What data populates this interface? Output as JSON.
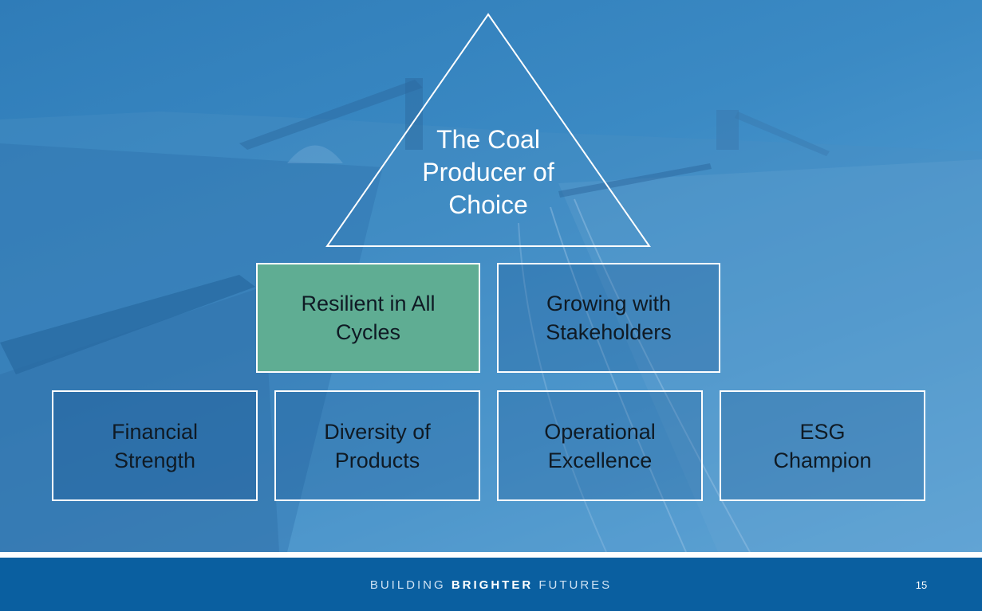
{
  "pyramid": {
    "apex": {
      "text": "The Coal\nProducer of\nChoice"
    },
    "middle": [
      {
        "text": "Resilient in All\nCycles",
        "highlighted": true
      },
      {
        "text": "Growing with\nStakeholders",
        "highlighted": false
      }
    ],
    "base": [
      {
        "text": "Financial\nStrength"
      },
      {
        "text": "Diversity of\nProducts"
      },
      {
        "text": "Operational\nExcellence"
      },
      {
        "text": "ESG\nChampion"
      }
    ]
  },
  "footer": {
    "tagline_part1": "BUILDING ",
    "tagline_part2": "BRIGHTER",
    "tagline_part3": " FUTURES",
    "page_number": "15"
  },
  "colors": {
    "background_blue": "#3b8ac4",
    "footer_blue": "#0a5fa0",
    "highlight_green": "#5fad93",
    "outline": "#ffffff"
  }
}
